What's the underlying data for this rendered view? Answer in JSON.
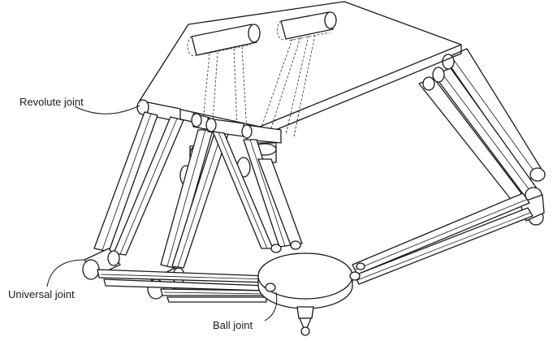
{
  "labels": {
    "revolute": "Revolute joint",
    "universal": "Universal joint",
    "ball": "Ball joint"
  }
}
